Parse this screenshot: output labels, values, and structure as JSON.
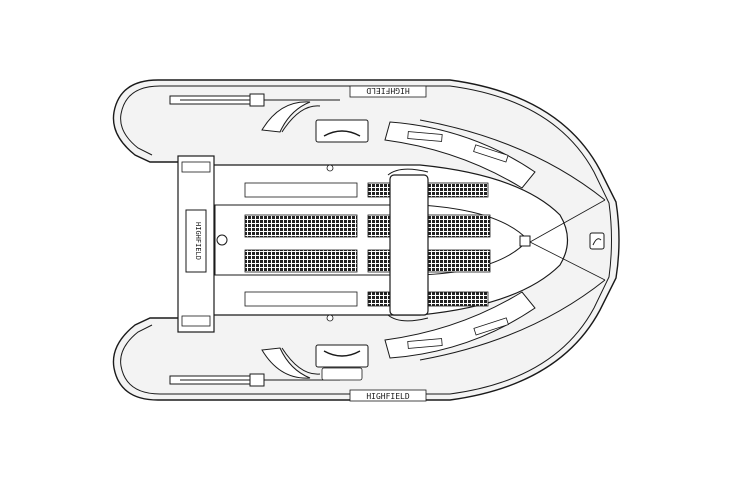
{
  "diagram": {
    "brand_text_port": "HIGHFIELD",
    "brand_text_starboard": "HIGHFIELD",
    "transom_text": "HIGHFIELD",
    "colors": {
      "line": "#1a1a1a",
      "fill": "#ffffff",
      "grate": "#222222",
      "tube_fill": "#f3f3f3"
    }
  }
}
